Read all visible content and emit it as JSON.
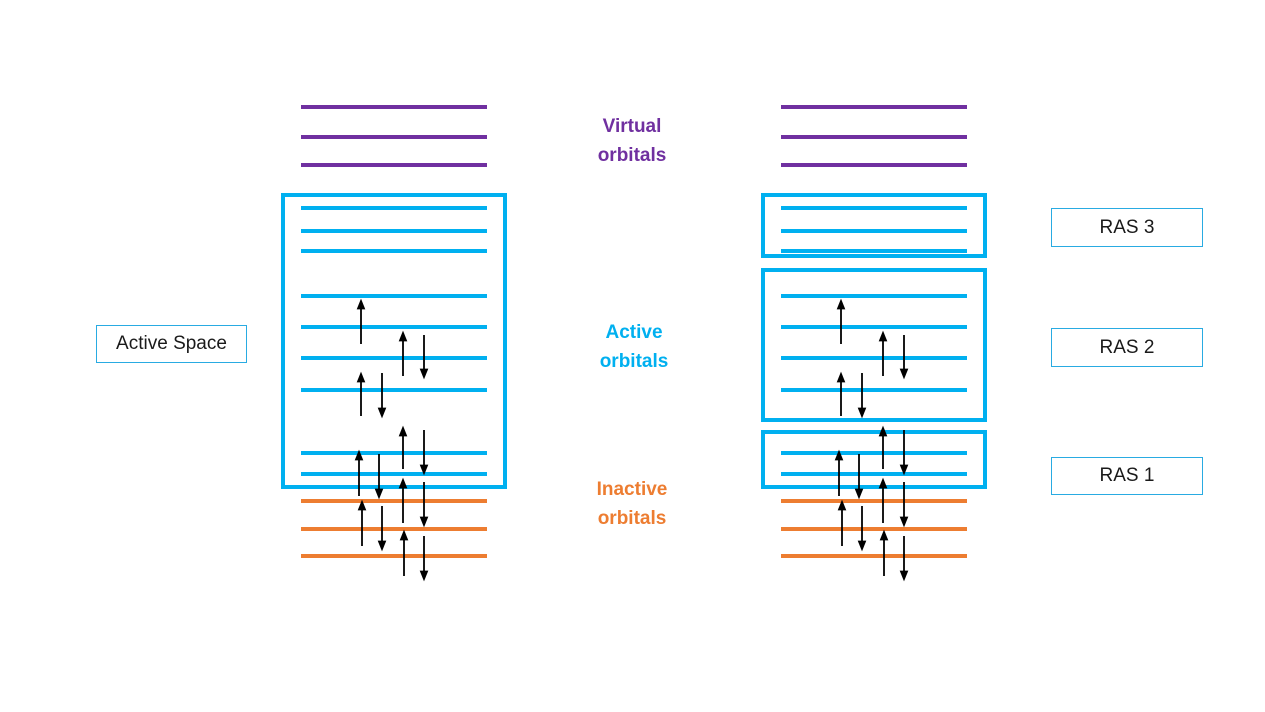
{
  "colors": {
    "virtual": "#7030a0",
    "active": "#00b0f0",
    "inactive": "#ed7d31",
    "box_border": "#29abe2",
    "arrow": "#000000"
  },
  "labels": {
    "virtual": [
      "Virtual",
      "orbitals"
    ],
    "active": [
      "Active",
      "orbitals"
    ],
    "inactive": [
      "Inactive",
      "orbitals"
    ],
    "active_space": "Active Space",
    "ras3": "RAS 3",
    "ras2": "RAS 2",
    "ras1": "RAS 1"
  }
}
